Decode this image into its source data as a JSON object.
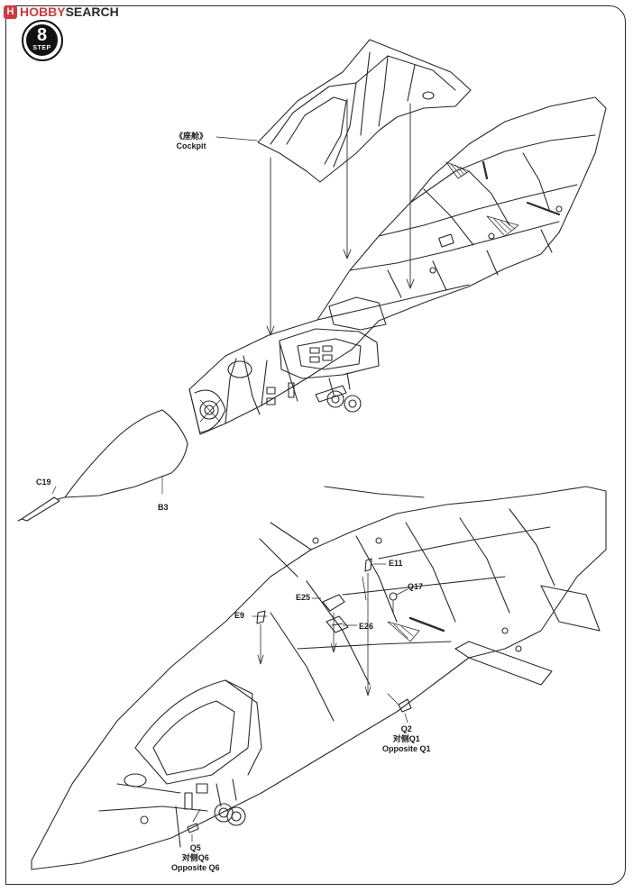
{
  "watermark": {
    "mark": "H",
    "brand": "HOBBY",
    "suffix": "SEARCH"
  },
  "step": {
    "number": "8",
    "label": "STEP"
  },
  "labels": {
    "cockpit_cn": "《座舱》",
    "cockpit_en": "Cockpit",
    "c19": "C19",
    "b3": "B3",
    "e11": "E11",
    "q17": "Q17",
    "e25": "E25",
    "e9": "E9",
    "e26": "E26",
    "q2": "Q2",
    "opposite_q1_cn": "对侧Q1",
    "opposite_q1_en": "Opposite Q1",
    "q5": "Q5",
    "opposite_q6_cn": "对侧Q6",
    "opposite_q6_en": "Opposite Q6"
  },
  "colors": {
    "line": "#2a2a2a",
    "watermark": "#d23a3a",
    "paper": "#ffffff"
  }
}
